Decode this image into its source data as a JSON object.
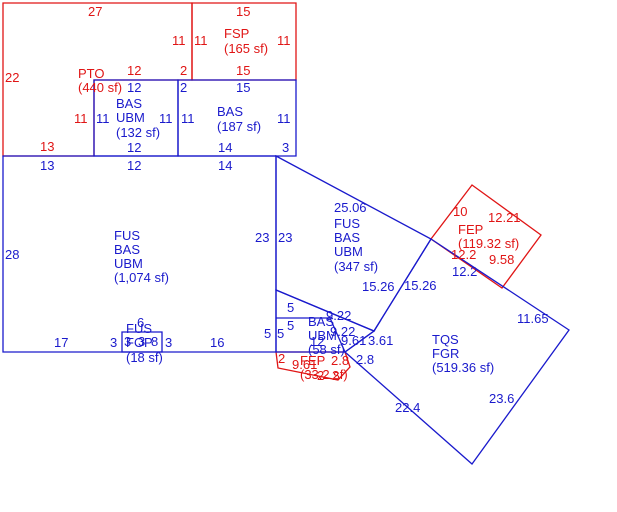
{
  "colors": {
    "blue": "#1a1acc",
    "red": "#e01515",
    "background": "#ffffff"
  },
  "areas": {
    "pto": {
      "lines": [
        "PTO",
        "(440 sf)"
      ]
    },
    "fsp": {
      "lines": [
        "FSP",
        "(165 sf)"
      ]
    },
    "bas_132": {
      "lines": [
        "BAS",
        "UBM",
        "(132 sf)"
      ]
    },
    "bas_187": {
      "lines": [
        "BAS",
        "(187 sf)"
      ]
    },
    "fus_1074": {
      "lines": [
        "FUS",
        "BAS",
        "UBM",
        "(1,074 sf)"
      ]
    },
    "fus_347": {
      "lines": [
        "FUS",
        "BAS",
        "UBM",
        "(347 sf)"
      ]
    },
    "fep_119": {
      "lines": [
        "FEP",
        "(119.32 sf)"
      ]
    },
    "tqs": {
      "lines": [
        "TQS",
        "FGR",
        "(519.36 sf)"
      ]
    },
    "fus_18": {
      "lines": [
        "FUS",
        "FOP",
        "(18 sf)"
      ]
    },
    "bas_58": {
      "lines": [
        "BAS",
        "UBM",
        "(58 sf)"
      ]
    },
    "fep_33": {
      "lines": [
        "FEP",
        "(33.2 sf)"
      ]
    }
  },
  "dimensions": {
    "pto_top": "27",
    "pto_left": "22",
    "pto_inner_left": "11",
    "pto_inner_top": "12",
    "pto_inner_right": "2",
    "pto_bottom": "13",
    "fsp_top": "15",
    "fsp_left": "11",
    "fsp_left2": "11",
    "fsp_right": "11",
    "fsp_bottom": "15",
    "bas132_top": "12",
    "bas132_left": "11",
    "bas132_right": "11",
    "bas132_bottom": "12",
    "bas187_left_step": "2",
    "bas187_top": "15",
    "bas187_left": "11",
    "bas187_right": "11",
    "bas187_bottom": "14",
    "bas187_step": "3",
    "fus1074_top_a": "13",
    "fus1074_top_b": "12",
    "fus1074_top_c": "14",
    "fus1074_left": "28",
    "fus1074_right": "23",
    "fus1074_bottom_a": "17",
    "fus1074_bottom_b": "3",
    "fus1074_bottom_c": "3",
    "fus1074_bottom_d": "16",
    "fus347_left": "23",
    "fus347_top": "25.06",
    "fus347_bottom": "15.26",
    "tqs_left": "15.26",
    "tqs_top": "12.2",
    "tqs_right": "11.65",
    "tqs_bottom_right": "23.6",
    "tqs_bottom_left": "22.4",
    "tqs_inner": "3.61",
    "tqs_inner2": "2.8",
    "fep119_top": "12.21",
    "fep119_left": "10",
    "fep119_right": "9.58",
    "fep119_bottom": "12.2",
    "fop_top": "6",
    "fop_left": "3",
    "fop_mid": "3",
    "fop_right": "8",
    "bas58_top": "9.22",
    "bas58_left": "5",
    "bas58_left2": "5",
    "bas58_left3": "5",
    "bas58_inner": "9.22",
    "bas58_right": "9.61",
    "bas58_mid": "12",
    "fep33_left": "2",
    "fep33_bottom": "9.61",
    "fep33_right": "2.8",
    "fep33_b2": "2",
    "fep33_b3": "2"
  }
}
